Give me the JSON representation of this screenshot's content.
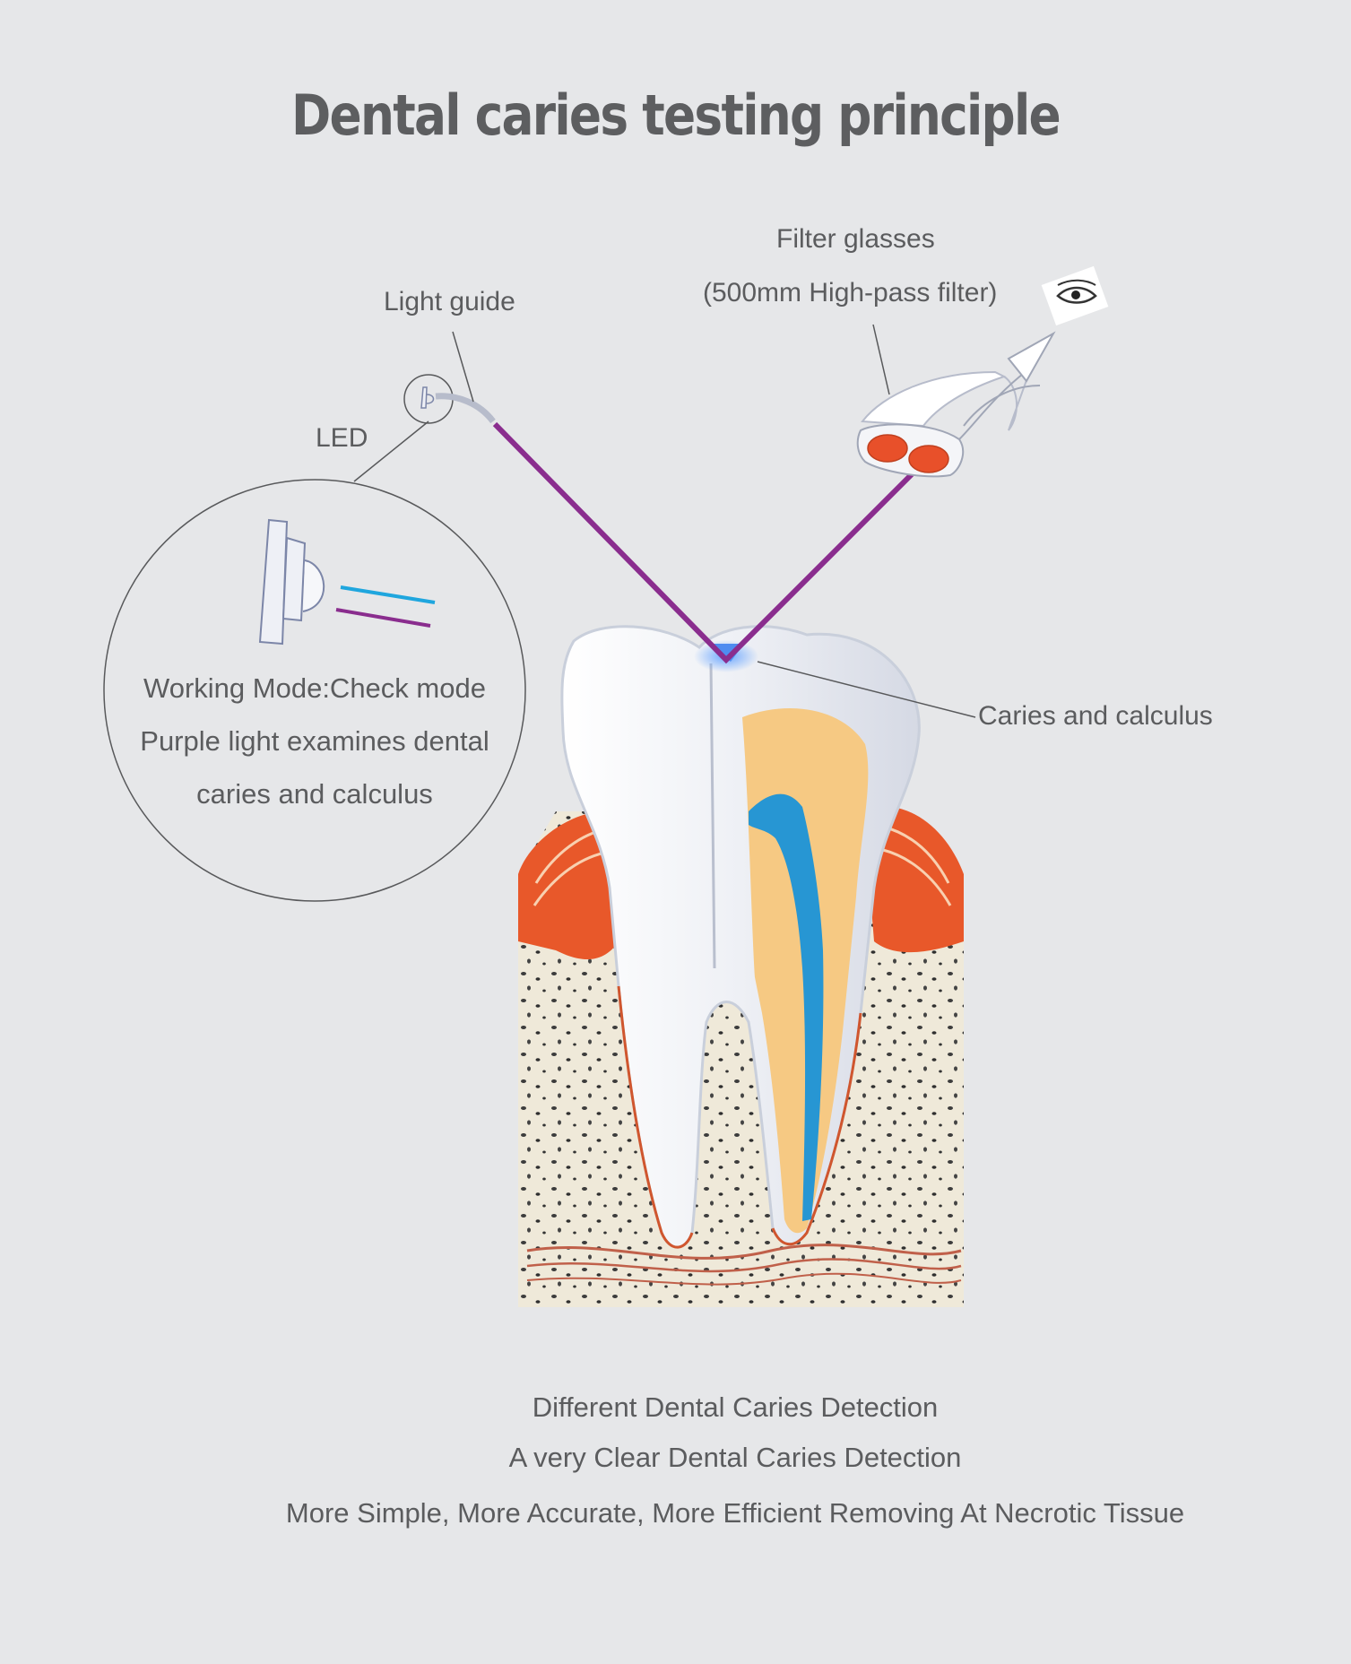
{
  "title": "Dental caries testing principle",
  "labels": {
    "filter_glasses": "Filter glasses",
    "filter_spec": "(500mm High-pass filter)",
    "light_guide": "Light guide",
    "led": "LED",
    "caries": "Caries and calculus"
  },
  "circle": {
    "line1": "Working Mode:Check mode",
    "line2": "Purple light examines dental",
    "line3": "caries and calculus"
  },
  "footer": {
    "line1": "Different Dental Caries Detection",
    "line2": "A very Clear Dental Caries Detection",
    "line3": "More Simple, More Accurate, More Efficient Removing At Necrotic Tissue"
  },
  "colors": {
    "purple_beam": "#8a2d8e",
    "blue_beam": "#1fa6de",
    "gum": "#e8582a",
    "pulp": "#f6c983",
    "canal": "#2796d3",
    "lens": "#e8502a",
    "bone": "#efe9d9"
  },
  "icons": [
    "led-icon",
    "eye-icon",
    "glasses-icon",
    "tooth-icon"
  ]
}
